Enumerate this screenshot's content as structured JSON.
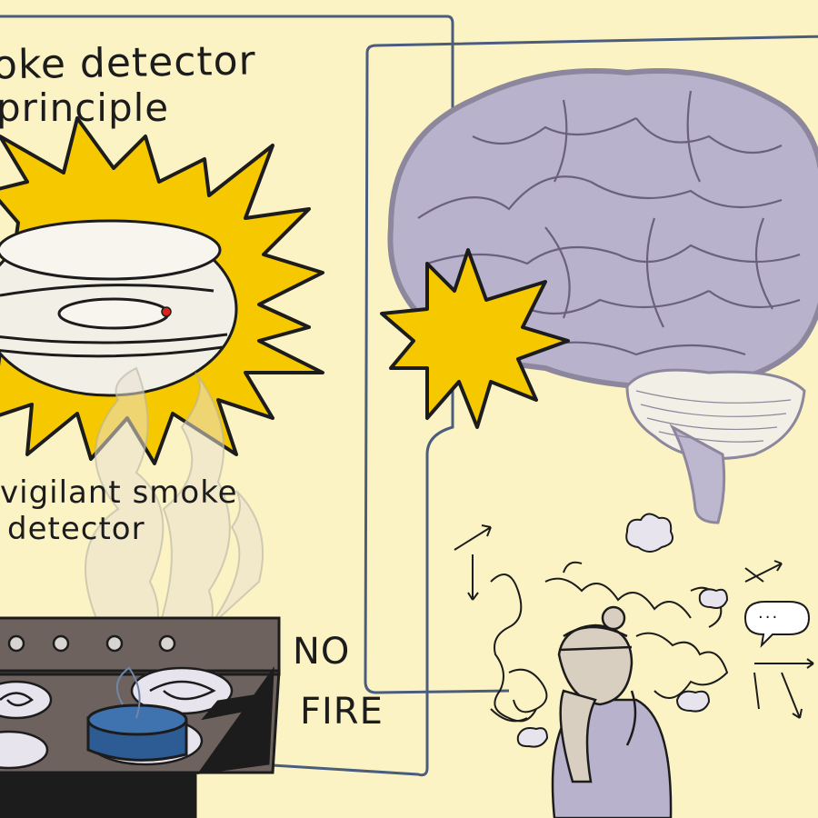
{
  "title": {
    "line1": "oke detector",
    "line2": "principle"
  },
  "caption": {
    "line1": "vigilant smoke",
    "line2": "detector"
  },
  "stove_label": {
    "line1": "NO",
    "line2": "FIRE"
  },
  "thought_bubble_text": "...",
  "colors": {
    "background": "#fcf3c4",
    "burst_yellow": "#f5c800",
    "brain_lavender": "#b8b2cc",
    "panel_border": "#4a5d7e",
    "stove_gray": "#6d625e",
    "pot_blue": "#2d5c95"
  }
}
